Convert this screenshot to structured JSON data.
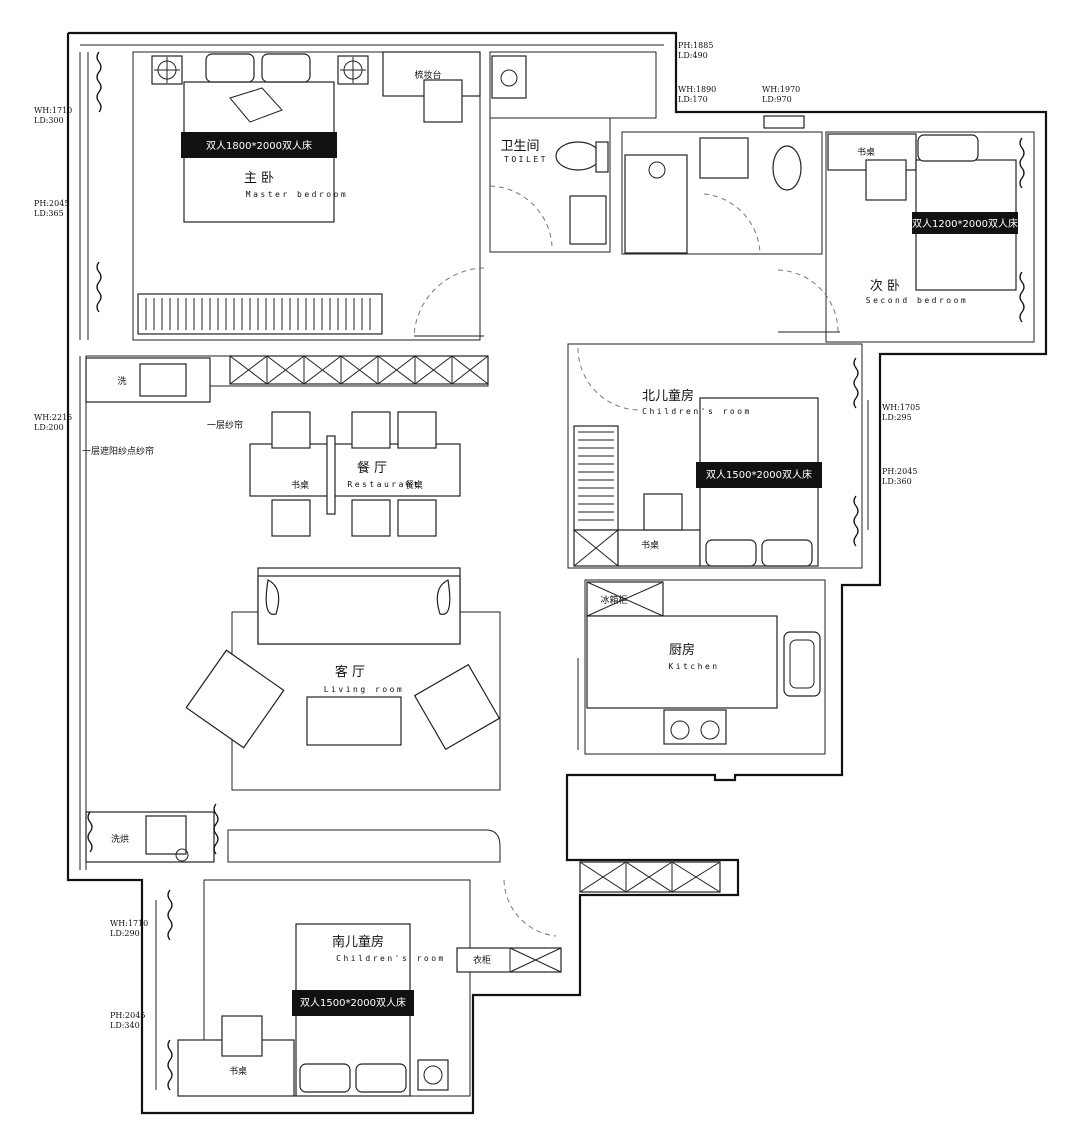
{
  "rooms": {
    "master": {
      "cn": "主 卧",
      "en": "Master bedroom",
      "bed": "双人1800*2000双人床"
    },
    "vanity": "梳妆台",
    "bath": {
      "cn": "卫生间",
      "en": "TOILET"
    },
    "second": {
      "cn": "次 卧",
      "en": "Second bedroom",
      "bed": "双人1200*2000双人床",
      "desk": "书桌"
    },
    "north_child": {
      "cn": "北儿童房",
      "en": "Children's room",
      "bed": "双人1500*2000双人床",
      "desk": "书桌"
    },
    "dining": {
      "cn": "餐 厅",
      "en": "Restaurant",
      "desk": "书桌",
      "table": "餐桌"
    },
    "living": {
      "cn": "客 厅",
      "en": "Living room"
    },
    "kitchen": {
      "cn": "厨房",
      "en": "Kitchen",
      "fridge": "冰箱柜"
    },
    "south_child": {
      "cn": "南儿童房",
      "en": "Children's room",
      "bed": "双人1500*2000双人床",
      "desk": "书桌",
      "wardrobe": "衣柜"
    },
    "wash": "洗",
    "laundry": "洗烘"
  },
  "notes": {
    "sheer": "一层纱帘",
    "blackout": "一层遮阳纱点纱帘"
  },
  "dims": {
    "d1": [
      "PH:1885",
      "LD:490"
    ],
    "d2": [
      "WH:1890",
      "LD:170"
    ],
    "d3": [
      "WH:1970",
      "LD:970"
    ],
    "d4": [
      "WH:1710",
      "LD:300"
    ],
    "d5": [
      "PH:2045",
      "LD:365"
    ],
    "d6": [
      "WH:2215",
      "LD:200"
    ],
    "d7": [
      "WH:1705",
      "LD:295"
    ],
    "d8": [
      "PH:2045",
      "LD:360"
    ],
    "d9": [
      "WH:1710",
      "LD:290"
    ],
    "d10": [
      "PH:2045",
      "LD:340"
    ]
  }
}
